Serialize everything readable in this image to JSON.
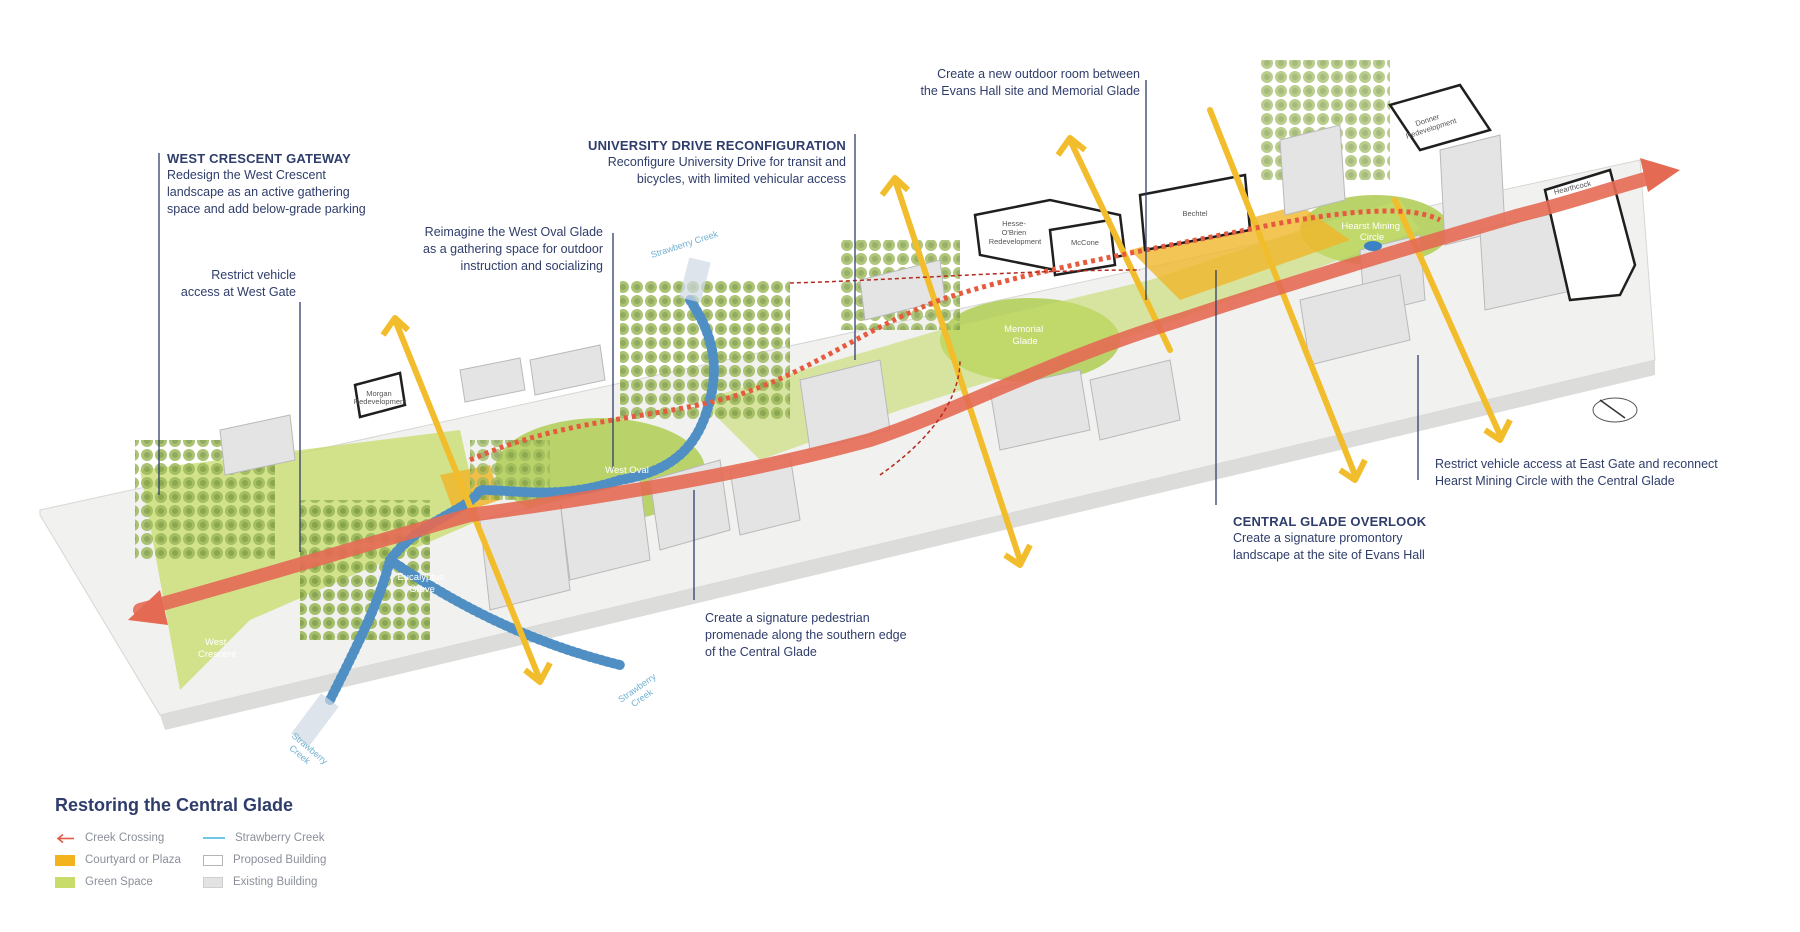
{
  "annotations": {
    "west_crescent_gateway": {
      "heading": "WEST CRESCENT GATEWAY",
      "body": [
        "Redesign the West Crescent",
        "landscape as an active gathering",
        "space and add below-grade parking"
      ]
    },
    "restrict_west_gate": {
      "body": [
        "Restrict vehicle",
        "access at West Gate"
      ]
    },
    "west_oval_glade": {
      "body": [
        "Reimagine the West Oval Glade",
        "as a gathering space for outdoor",
        "instruction and socializing"
      ]
    },
    "university_drive": {
      "heading": "UNIVERSITY DRIVE RECONFIGURATION",
      "body": [
        "Reconfigure University Drive for transit and",
        "bicycles, with limited vehicular access"
      ]
    },
    "outdoor_room": {
      "body": [
        "Create a new outdoor room between",
        "the Evans Hall site and Memorial Glade"
      ]
    },
    "promenade": {
      "body": [
        "Create a signature pedestrian",
        "promenade along the southern edge",
        "of the Central Glade"
      ]
    },
    "central_glade_overlook": {
      "heading": "CENTRAL GLADE OVERLOOK",
      "body": [
        "Create a signature promontory",
        "landscape at the site of Evans Hall"
      ]
    },
    "east_gate": {
      "body": [
        "Restrict vehicle access at East Gate and reconnect",
        "Hearst Mining Circle with the Central Glade"
      ]
    }
  },
  "map_labels": {
    "west_crescent": [
      "West",
      "Crescent"
    ],
    "eucalyptus_grove": [
      "Eucalyptus",
      "Grove"
    ],
    "west_oval": "West Oval",
    "memorial_glade": [
      "Memorial",
      "Glade"
    ],
    "hearst_mining_circle": [
      "Hearst Mining",
      "Circle"
    ],
    "strawberry_creek_1": "Strawberry Creek",
    "strawberry_creek_2": [
      "Strawberry",
      "Creek"
    ],
    "strawberry_creek_3": [
      "Strawberry",
      "Creek"
    ],
    "bechtel": "Bechtel",
    "mccone": "McCone",
    "hesse": [
      "Hesse-",
      "O'Brien",
      "Redevelopment"
    ],
    "donner": [
      "Donner",
      "Redevelopment"
    ],
    "hearthcock": "Hearthcock",
    "morgan": [
      "Morgan",
      "Redevelopment"
    ]
  },
  "legend": {
    "title": "Restoring the Central Glade",
    "items": [
      {
        "label": "Creek Crossing",
        "kind": "arrow",
        "color": "#e05a45"
      },
      {
        "label": "Strawberry Creek",
        "kind": "line",
        "color": "#6fc6e6"
      },
      {
        "label": "Courtyard or Plaza",
        "kind": "fill",
        "color": "#f2b31e"
      },
      {
        "label": "Proposed Building",
        "kind": "outline",
        "color": "#ffffff"
      },
      {
        "label": "Green Space",
        "kind": "fill",
        "color": "#c7dc6a"
      },
      {
        "label": "Existing Building",
        "kind": "fill",
        "color": "#e3e3e3"
      }
    ]
  },
  "colors": {
    "promenade": "#e46a54",
    "axis_arrow": "#f2bd2c",
    "creek": "#4f8fc4",
    "green": "#b9d36a",
    "plaza": "#f0b62b",
    "existing_building": "#e4e4e4",
    "ground": "#ececea"
  }
}
